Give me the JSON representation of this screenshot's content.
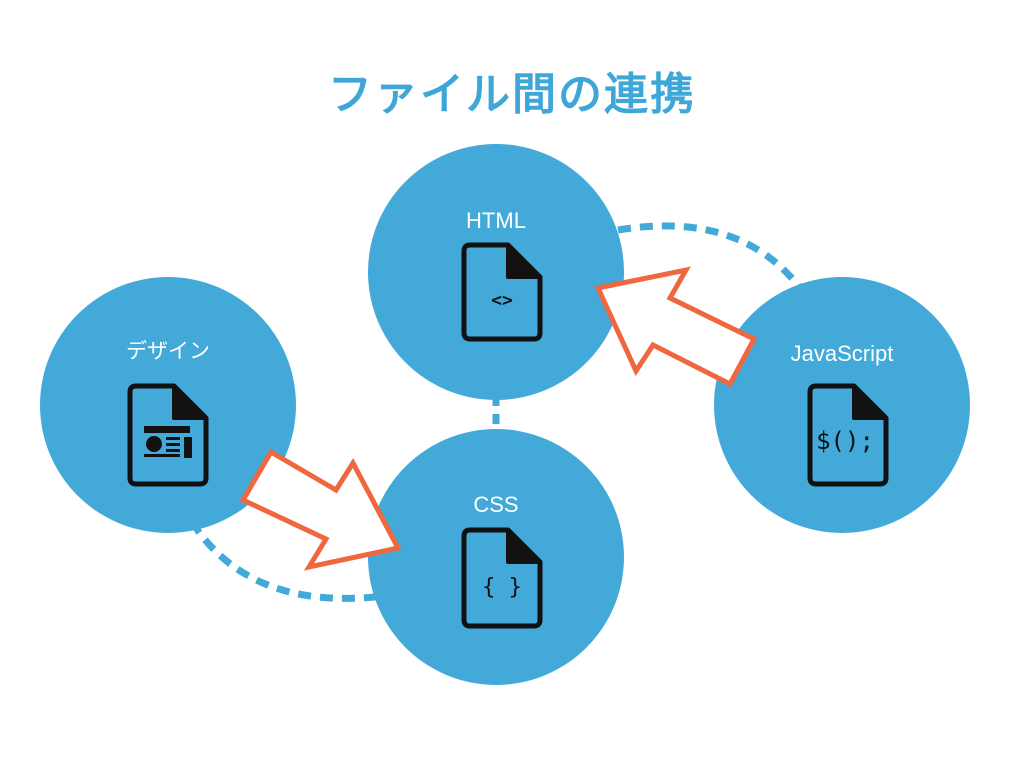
{
  "title": "ファイル間の連携",
  "colors": {
    "title": "#3fa7d8",
    "circle": "#42a9d9",
    "dotted_link": "#42a9d9",
    "arrow_stroke": "#f0673f",
    "arrow_fill": "#ffffff",
    "icon": "#111111",
    "label": "#ffffff"
  },
  "nodes": {
    "html": {
      "label": "HTML",
      "icon_text": "<>",
      "icon": "code-file-icon"
    },
    "css": {
      "label": "CSS",
      "icon_text": "{ }",
      "icon": "braces-file-icon"
    },
    "design": {
      "label": "デザイン",
      "icon": "layout-file-icon"
    },
    "javascript": {
      "label": "JavaScript",
      "icon_text": "$();",
      "icon": "script-file-icon"
    }
  }
}
